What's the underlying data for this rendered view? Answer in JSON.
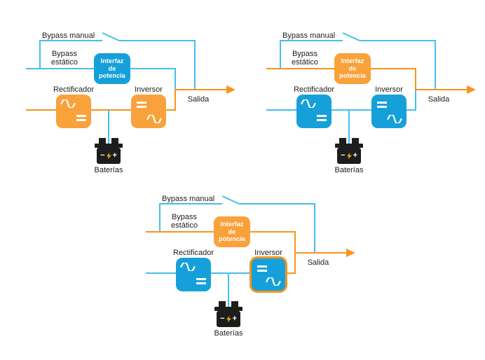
{
  "background": "#FFFFFF",
  "palette": {
    "cyan_wire": "#44BFEF",
    "cyan_box": "#16A0DA",
    "orange_wire": "#F7941E",
    "orange_box": "#F9A23C",
    "icon_black": "#1D1D1B",
    "text_black": "#1D1D1B",
    "symbol_white": "#FFFFFF"
  },
  "diagrams": [
    {
      "labels": {
        "bypass_manual": "Bypass manual",
        "bypass_static": "Bypass\nestático",
        "power_interface": "Interfaz\nde\npotencia",
        "rectifier": "Rectificador",
        "inverter": "Inversor",
        "output": "Salida",
        "batteries": "Baterías",
        "battery_minus": "−",
        "battery_plus": "+"
      },
      "state": {
        "interface_box": "#16A0DA",
        "rectifier_box": "#F9A23C",
        "inverter_box": "#F9A23C",
        "inverter_outline": null,
        "bypass_manual_wire": "#44BFEF",
        "static_bypass_wire": "#44BFEF",
        "main_wire": "#F7941E",
        "battery_wire": "#44BFEF",
        "output_wire": "#F7941E"
      }
    },
    {
      "labels": {
        "bypass_manual": "Bypass manual",
        "bypass_static": "Bypass\nestático",
        "power_interface": "Interfaz\nde\npotencia",
        "rectifier": "Rectificador",
        "inverter": "Inversor",
        "output": "Salida",
        "batteries": "Baterías",
        "battery_minus": "−",
        "battery_plus": "+"
      },
      "state": {
        "interface_box": "#F9A23C",
        "rectifier_box": "#16A0DA",
        "inverter_box": "#16A0DA",
        "inverter_outline": null,
        "bypass_manual_wire": "#44BFEF",
        "static_bypass_wire": "#F7941E",
        "main_wire": "#44BFEF",
        "battery_wire": "#44BFEF",
        "output_wire": "#F7941E"
      }
    },
    {
      "labels": {
        "bypass_manual": "Bypass manual",
        "bypass_static": "Bypass\nestático",
        "power_interface": "Interfaz\nde\npotencia",
        "rectifier": "Rectificador",
        "inverter": "Inversor",
        "output": "Salida",
        "batteries": "Baterías",
        "battery_minus": "−",
        "battery_plus": "+"
      },
      "state": {
        "interface_box": "#F9A23C",
        "rectifier_box": "#16A0DA",
        "inverter_box": "#16A0DA",
        "inverter_outline": "#F7941E",
        "bypass_manual_wire": "#44BFEF",
        "static_bypass_wire": "#F7941E",
        "main_wire": "#44BFEF",
        "inverter_output_wire": "#F7941E",
        "battery_wire": "#44BFEF",
        "output_wire": "#F7941E"
      }
    }
  ]
}
